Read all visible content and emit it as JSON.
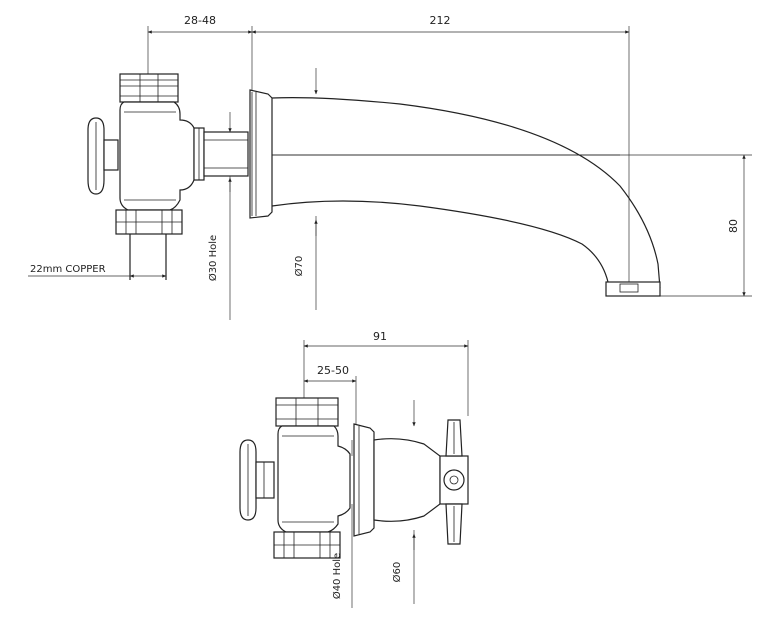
{
  "drawing": {
    "spout": {
      "dim_wall_range": "28-48",
      "dim_projection": "212",
      "dim_height": "80",
      "label_pipe": "22mm COPPER",
      "label_hole": "Ø30 Hole",
      "label_flange": "Ø70"
    },
    "valve": {
      "dim_overall": "91",
      "dim_wall_range": "25-50",
      "label_hole": "Ø40 Hole",
      "label_flange": "Ø60"
    }
  }
}
